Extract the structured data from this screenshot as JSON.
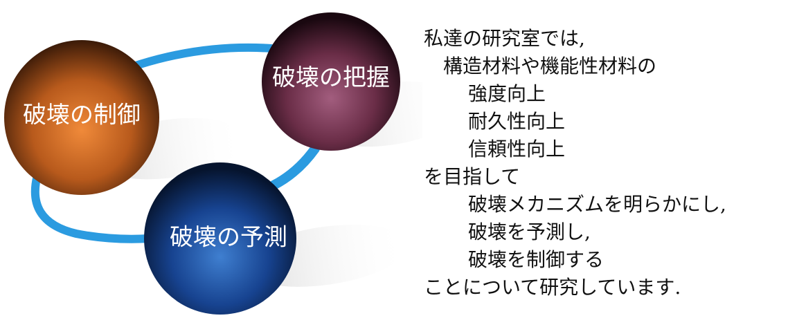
{
  "diagram": {
    "nodes": [
      {
        "id": "control",
        "label": "破壊の制御",
        "color": "#c8621d"
      },
      {
        "id": "grasp",
        "label": "破壊の把握",
        "color": "#7a3550"
      },
      {
        "id": "predict",
        "label": "破壊の予測",
        "color": "#1f4f9a"
      }
    ],
    "ring_color": "#2b9be0"
  },
  "description": {
    "lines": [
      {
        "text": "私達の研究室では,",
        "level": 0
      },
      {
        "text": "構造材料や機能性材料の",
        "level": 1
      },
      {
        "text": "強度向上",
        "level": 2
      },
      {
        "text": "耐久性向上",
        "level": 2
      },
      {
        "text": "信頼性向上",
        "level": 2
      },
      {
        "text": "を目指して",
        "level": 0
      },
      {
        "text": "破壊メカニズムを明らかにし,",
        "level": 2
      },
      {
        "text": "破壊を予測し,",
        "level": 2
      },
      {
        "text": "破壊を制御する",
        "level": 2
      },
      {
        "text": "ことについて研究しています.",
        "level": 0
      }
    ]
  }
}
